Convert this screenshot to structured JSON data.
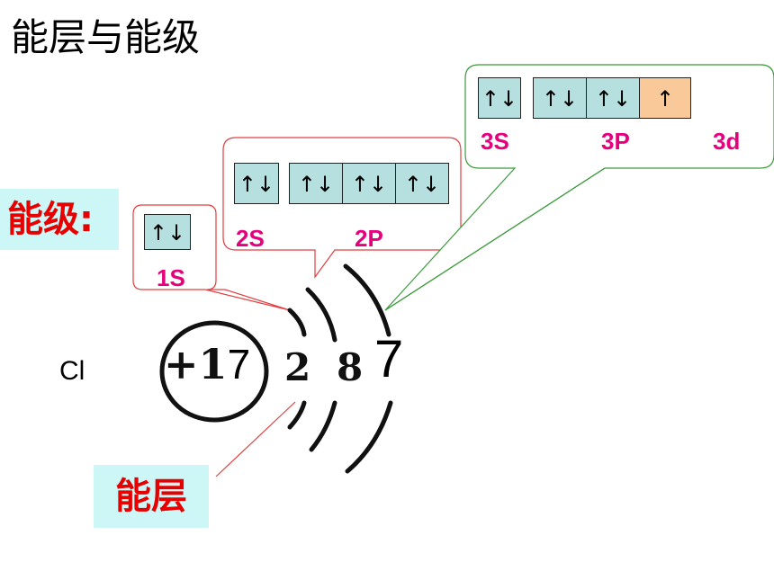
{
  "title": "能层与能级",
  "labels": {
    "energy_level": "能级:",
    "energy_shell": "能层"
  },
  "element_symbol": "Cl",
  "nucleus": {
    "prefix": "+1",
    "suffix": "7"
  },
  "shells": [
    "2",
    "8",
    "7"
  ],
  "orbitals": {
    "s1": {
      "label": "1S",
      "boxes": [
        "↑↓"
      ]
    },
    "s2": {
      "label": "2S",
      "boxes": [
        "↑↓"
      ]
    },
    "p2": {
      "label": "2P",
      "boxes": [
        "↑↓",
        "↑↓",
        "↑↓"
      ]
    },
    "s3": {
      "label": "3S",
      "boxes": [
        "↑↓"
      ]
    },
    "p3": {
      "label": "3P",
      "boxes": [
        "↑↓",
        "↑↓",
        "↑"
      ]
    },
    "d3": {
      "label": "3d",
      "boxes": []
    }
  },
  "colors": {
    "paired_box": "#b6e0df",
    "half_filled_box": "#f9c99a",
    "label_pink": "#e6007e",
    "accent_red": "#e60000",
    "callout_green": "#3a9a3a",
    "callout_red": "#e04040"
  }
}
